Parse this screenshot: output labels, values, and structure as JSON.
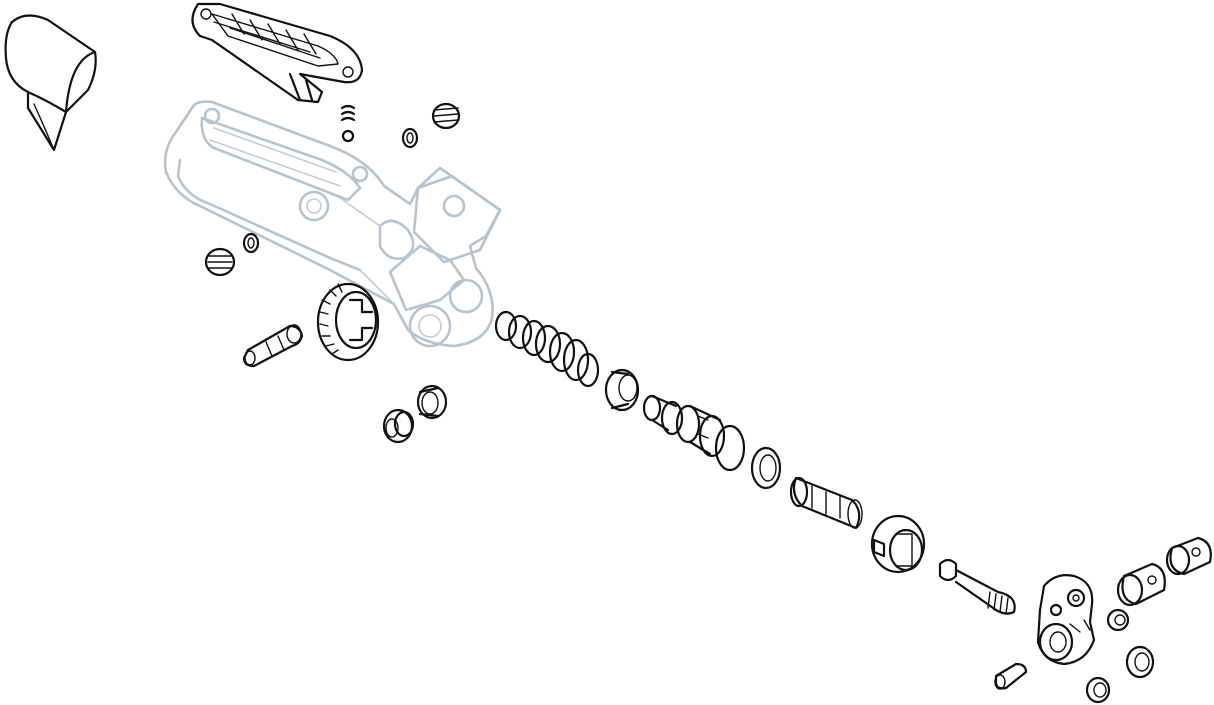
{
  "diagram": {
    "style": "exploded-view line drawing",
    "colors": {
      "ink": "#111111",
      "ghost_body": "#b8c3cc",
      "background": "#ffffff"
    },
    "parts": [
      "boot-cover",
      "reservoir-cap",
      "lever-body",
      "bleed-screw-small",
      "o-ring-small",
      "bleed-port-screw",
      "hose-fitting-screw",
      "fitting-o-ring",
      "reach-adjust-gear",
      "pivot-pin",
      "bushing-flanged",
      "bushing-plain",
      "return-spring",
      "primary-cup-seal",
      "piston",
      "secondary-seal",
      "sleeve",
      "adjuster-nut",
      "push-rod-bolt",
      "clamp-body",
      "clamp-pin",
      "clamp-insert",
      "clamp-barrel-large",
      "clamp-barrel-small",
      "clamp-bushing"
    ]
  }
}
